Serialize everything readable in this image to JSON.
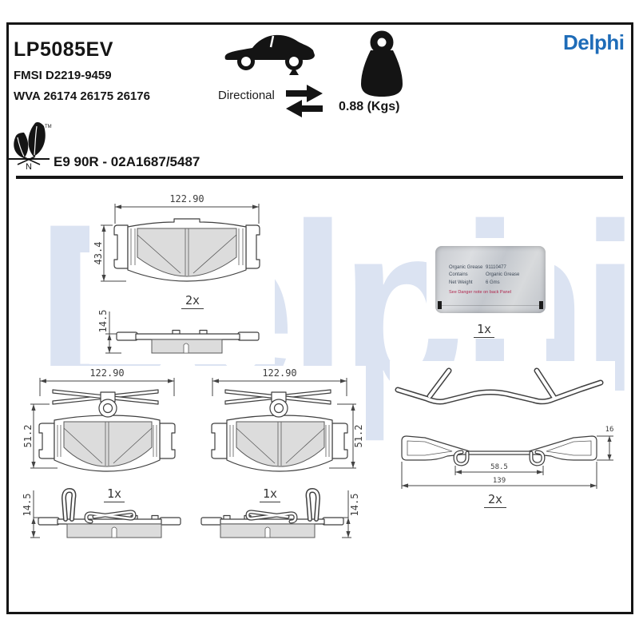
{
  "header": {
    "part_number": "LP5085EV",
    "fmsi_line": "FMSI D2219-9459",
    "wva_line": "WVA 26174 26175 26176",
    "directional_label": "Directional",
    "weight_label": "0.88 (Kgs)",
    "brand": "Delphi",
    "leaf_tm": "TM",
    "leaf_n": "N",
    "approval_line": "E9 90R - 02A1687/5487"
  },
  "watermark_text": "Delphi",
  "colors": {
    "brand_blue": "#1e6cb8",
    "watermark_blue": "#dbe3f2",
    "drawing_line": "#444444",
    "friction_fill": "#dcdcdc",
    "ink": "#151515"
  },
  "drawings": {
    "pad_front_top": {
      "width_dim": "122.90",
      "height_dim": "43.4",
      "qty": "2x"
    },
    "pad_side_top": {
      "thickness_dim": "14.5"
    },
    "pad_front_left": {
      "width_dim": "122.90",
      "height_dim": "51.2",
      "qty": "1x"
    },
    "pad_front_right": {
      "width_dim": "122.90",
      "height_dim": "51.2",
      "qty": "1x"
    },
    "pad_side_left": {
      "thickness_dim": "14.5"
    },
    "pad_side_right": {
      "thickness_dim": "14.5"
    },
    "grease_sachet": {
      "row_labels": [
        "Organic Grease",
        "Contains",
        "Net Weight"
      ],
      "row_values": [
        "91110477",
        "Organic Grease",
        "6 Gms"
      ],
      "warning_line": "See Danger note on back Panel",
      "qty": "1x"
    },
    "spring_clip": {
      "inner_width_dim": "58.5",
      "outer_width_dim": "139",
      "height_dim": "16",
      "qty": "2x"
    }
  }
}
